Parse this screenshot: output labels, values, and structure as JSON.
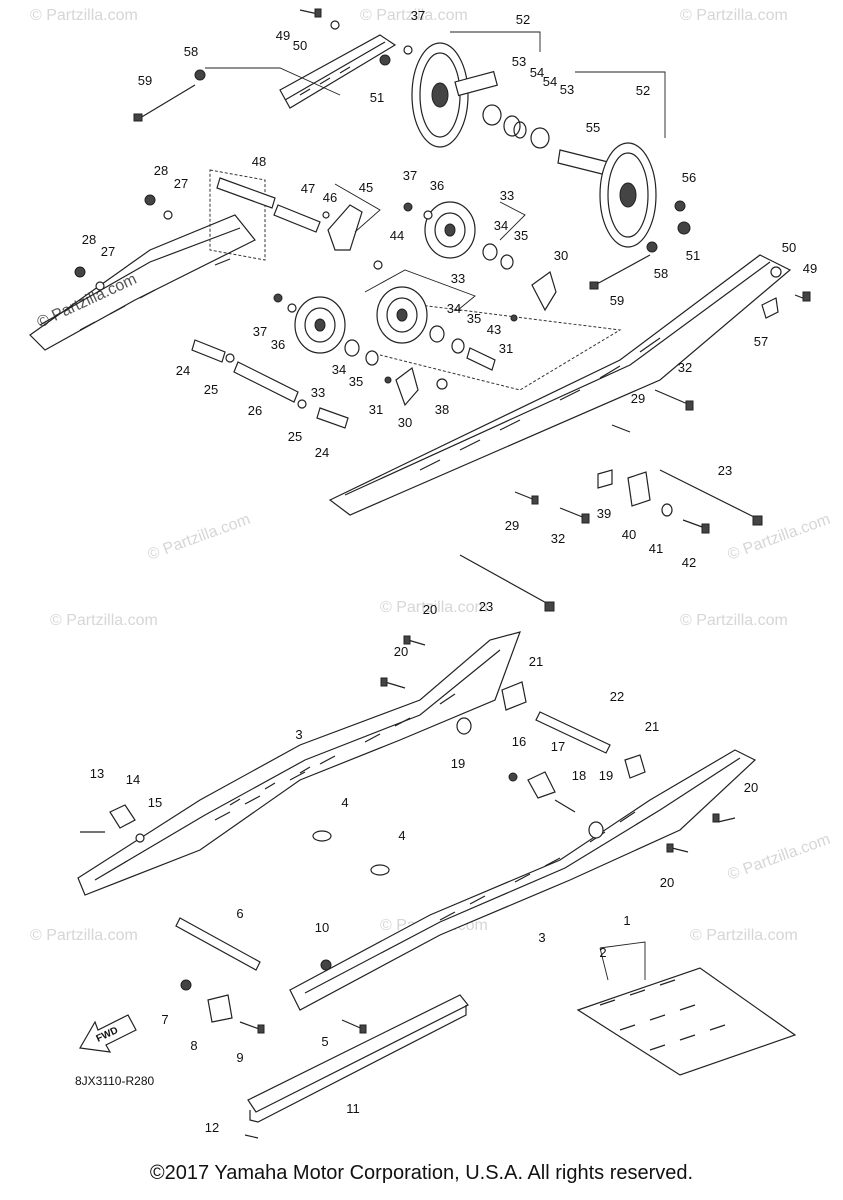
{
  "diagram_code": "8JX3110-R280",
  "fwd_label": "FWD",
  "copyright": "©2017 Yamaha Motor Corporation, U.S.A. All rights reserved.",
  "watermark": "© Partzilla.com",
  "callouts": [
    "1",
    "2",
    "3",
    "4",
    "5",
    "6",
    "7",
    "8",
    "9",
    "10",
    "11",
    "12",
    "13",
    "14",
    "15",
    "16",
    "17",
    "18",
    "19",
    "20",
    "21",
    "22",
    "23",
    "24",
    "25",
    "26",
    "27",
    "28",
    "29",
    "30",
    "31",
    "32",
    "33",
    "34",
    "35",
    "36",
    "37",
    "38",
    "39",
    "40",
    "41",
    "42",
    "43",
    "44",
    "45",
    "46",
    "47",
    "48",
    "49",
    "50",
    "51",
    "52",
    "53",
    "54",
    "55",
    "56",
    "57",
    "58",
    "59"
  ]
}
